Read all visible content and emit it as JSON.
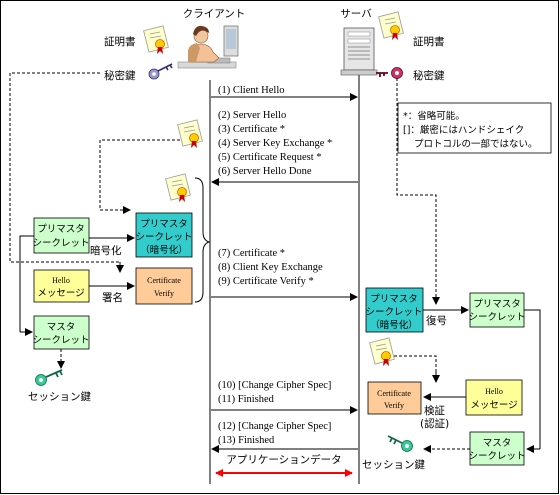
{
  "labels": {
    "client": "クライアント",
    "server": "サーバ",
    "certificate": "証明書",
    "private_key": "秘密鍵",
    "encrypt": "暗号化",
    "sign": "署名",
    "decrypt": "復号",
    "verify_1": "検証",
    "verify_2": "(認証)",
    "session_key": "セッション鍵"
  },
  "legend": {
    "line1": "*：省略可能。",
    "line2": "[]：厳密にはハンドシェイク",
    "line3": "プロトコルの一部ではない。"
  },
  "boxes": {
    "premaster_1": "プリマスタ",
    "premaster_2": "シークレット",
    "enc_premaster_1": "プリマスタ",
    "enc_premaster_2": "シークレット",
    "enc_premaster_3": "（暗号化）",
    "hello_1": "Hello",
    "hello_2": "メッセージ",
    "cert_verify_1": "Certificate",
    "cert_verify_2": "Verify",
    "master_1": "マスタ",
    "master_2": "シークレット"
  },
  "messages": {
    "m1": "(1) Client Hello",
    "m2": "(2) Server Hello",
    "m3": "(3) Certificate *",
    "m4": "(4) Server Key Exchange *",
    "m5": "(5) Certificate Request *",
    "m6": "(6) Server Hello Done",
    "m7": "(7) Certificate *",
    "m8": "(8) Client Key Exchange",
    "m9": "(9) Certificate Verify *",
    "m10": "(10) [Change Cipher Spec]",
    "m11": "(11) Finished",
    "m12": "(12) [Change Cipher Spec]",
    "m13": "(13) Finished",
    "app_data": "アプリケーションデータ"
  },
  "colors": {
    "premaster": "#ccffcc",
    "encrypted": "#33cccc",
    "hello": "#ffff99",
    "cert_verify": "#ffcc99",
    "app_data_arrow": "#ff0000"
  },
  "icons": {
    "person": "person-at-computer-icon",
    "server": "server-tower-icon",
    "certificate": "certificate-ribbon-icon",
    "key": "key-icon"
  }
}
